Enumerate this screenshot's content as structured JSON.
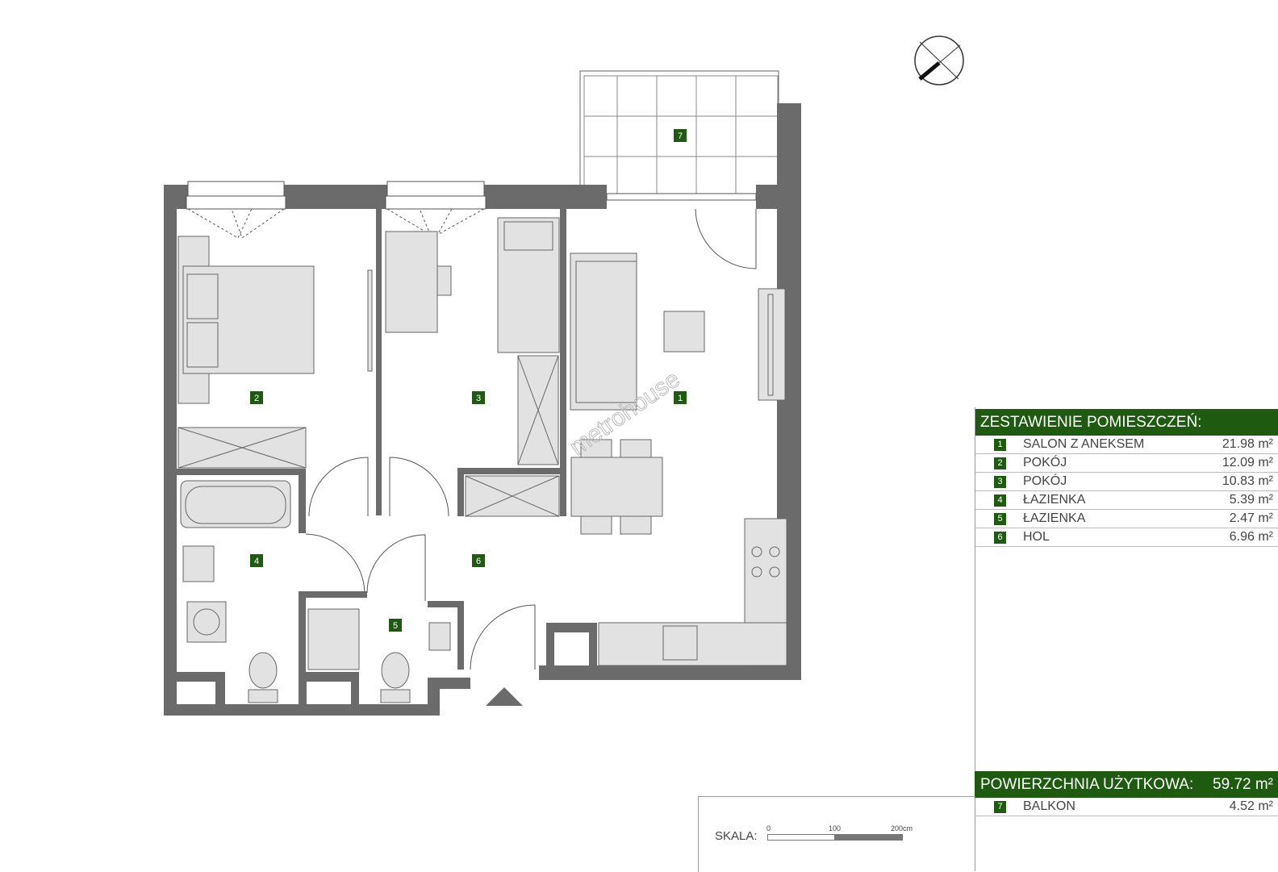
{
  "rooms_table": {
    "title": "ZESTAWIENIE POMIESZCZEŃ:",
    "rows": [
      {
        "num": "1",
        "name": "SALON Z ANEKSEM",
        "area": "21.98 m²"
      },
      {
        "num": "2",
        "name": "POKÓJ",
        "area": "12.09 m²"
      },
      {
        "num": "3",
        "name": "POKÓJ",
        "area": "10.83 m²"
      },
      {
        "num": "4",
        "name": "ŁAZIENKA",
        "area": "5.39 m²"
      },
      {
        "num": "5",
        "name": "ŁAZIENKA",
        "area": "2.47 m²"
      },
      {
        "num": "6",
        "name": "HOL",
        "area": "6.96 m²"
      }
    ],
    "total_label": "POWIERZCHNIA UŻYTKOWA:",
    "total_area": "59.72 m²",
    "extra": {
      "num": "7",
      "name": "BALKON",
      "area": "4.52 m²"
    }
  },
  "scale": {
    "label": "SKALA:",
    "ticks": [
      "0",
      "100",
      "200cm"
    ]
  },
  "plan_labels": [
    "1",
    "2",
    "3",
    "4",
    "5",
    "6",
    "7"
  ],
  "watermark": "metrohouse",
  "colors": {
    "accent": "#1e5a0f",
    "wall": "#6b6b6b",
    "furniture": "#e2e2e2"
  }
}
